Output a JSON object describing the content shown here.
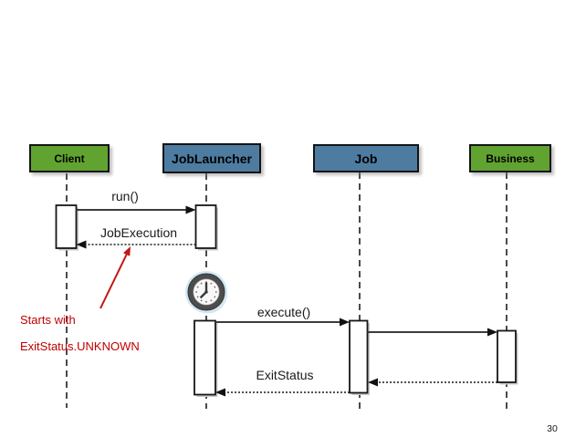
{
  "slide": {
    "page_number": "30",
    "background": "#ffffff"
  },
  "diagram": {
    "type": "uml-sequence",
    "participants": [
      {
        "label": "Client",
        "fill": "#61A330"
      },
      {
        "label": "JobLauncher",
        "fill": "#4E7CA1"
      },
      {
        "label": "Job",
        "fill": "#4E7CA1"
      },
      {
        "label": "Business",
        "fill": "#61A330"
      }
    ],
    "messages": [
      {
        "label": "run()",
        "from": "Client",
        "to": "JobLauncher",
        "line": "solid"
      },
      {
        "label": "JobExecution",
        "from": "JobLauncher",
        "to": "Client",
        "line": "dotted"
      },
      {
        "label": "execute()",
        "from": "JobLauncher",
        "to": "Job",
        "line": "solid"
      },
      {
        "label": "",
        "from": "Job",
        "to": "Business",
        "line": "solid"
      },
      {
        "label": "",
        "from": "Business",
        "to": "Job",
        "line": "dotted"
      },
      {
        "label": "ExitStatus",
        "from": "Job",
        "to": "JobLauncher",
        "line": "dotted"
      }
    ],
    "annotation": {
      "lines": [
        "Starts with",
        "ExitStatus.UNKNOWN"
      ],
      "color": "#C00000"
    },
    "icons": [
      {
        "name": "clock-icon",
        "meaning": "timer on JobLauncher lifeline",
        "glow": "#CFE9F5"
      }
    ],
    "line_color": "#2b2b2b"
  }
}
